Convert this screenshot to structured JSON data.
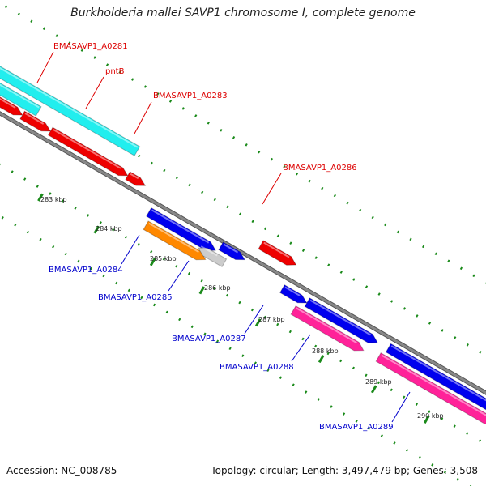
{
  "title": "Burkholderia mallei SAVP1 chromosome I, complete genome",
  "accession": "Accession: NC_008785",
  "summary": "Topology: circular; Length: 3,497,479 bp; Genes: 3,508",
  "colors": {
    "backbone": "#888888",
    "tick": "#1a8a1a",
    "forward_label": "#dd0000",
    "reverse_label": "#0000cc",
    "cyan": "#22eeee",
    "red": "#ee0000",
    "blue": "#0000ee",
    "orange": "#ff8800",
    "grey": "#cccccc",
    "magenta": "#ff2299"
  },
  "ticks": [
    "283 kbp",
    "284 kbp",
    "285 kbp",
    "286 kbp",
    "287 kbp",
    "288 kbp",
    "289 kbp",
    "290 kbp"
  ],
  "genes": [
    {
      "label": "BMASAVP1_A0281",
      "strand": "forward"
    },
    {
      "label": "pntB",
      "strand": "forward"
    },
    {
      "label": "BMASAVP1_A0283",
      "strand": "forward"
    },
    {
      "label": "BMASAVP1_A0286",
      "strand": "forward"
    },
    {
      "label": "BMASAVP1_A0284",
      "strand": "reverse"
    },
    {
      "label": "BMASAVP1_A0285",
      "strand": "reverse"
    },
    {
      "label": "BMASAVP1_A0287",
      "strand": "reverse"
    },
    {
      "label": "BMASAVP1_A0288",
      "strand": "reverse"
    },
    {
      "label": "BMASAVP1_A0289",
      "strand": "reverse"
    }
  ]
}
